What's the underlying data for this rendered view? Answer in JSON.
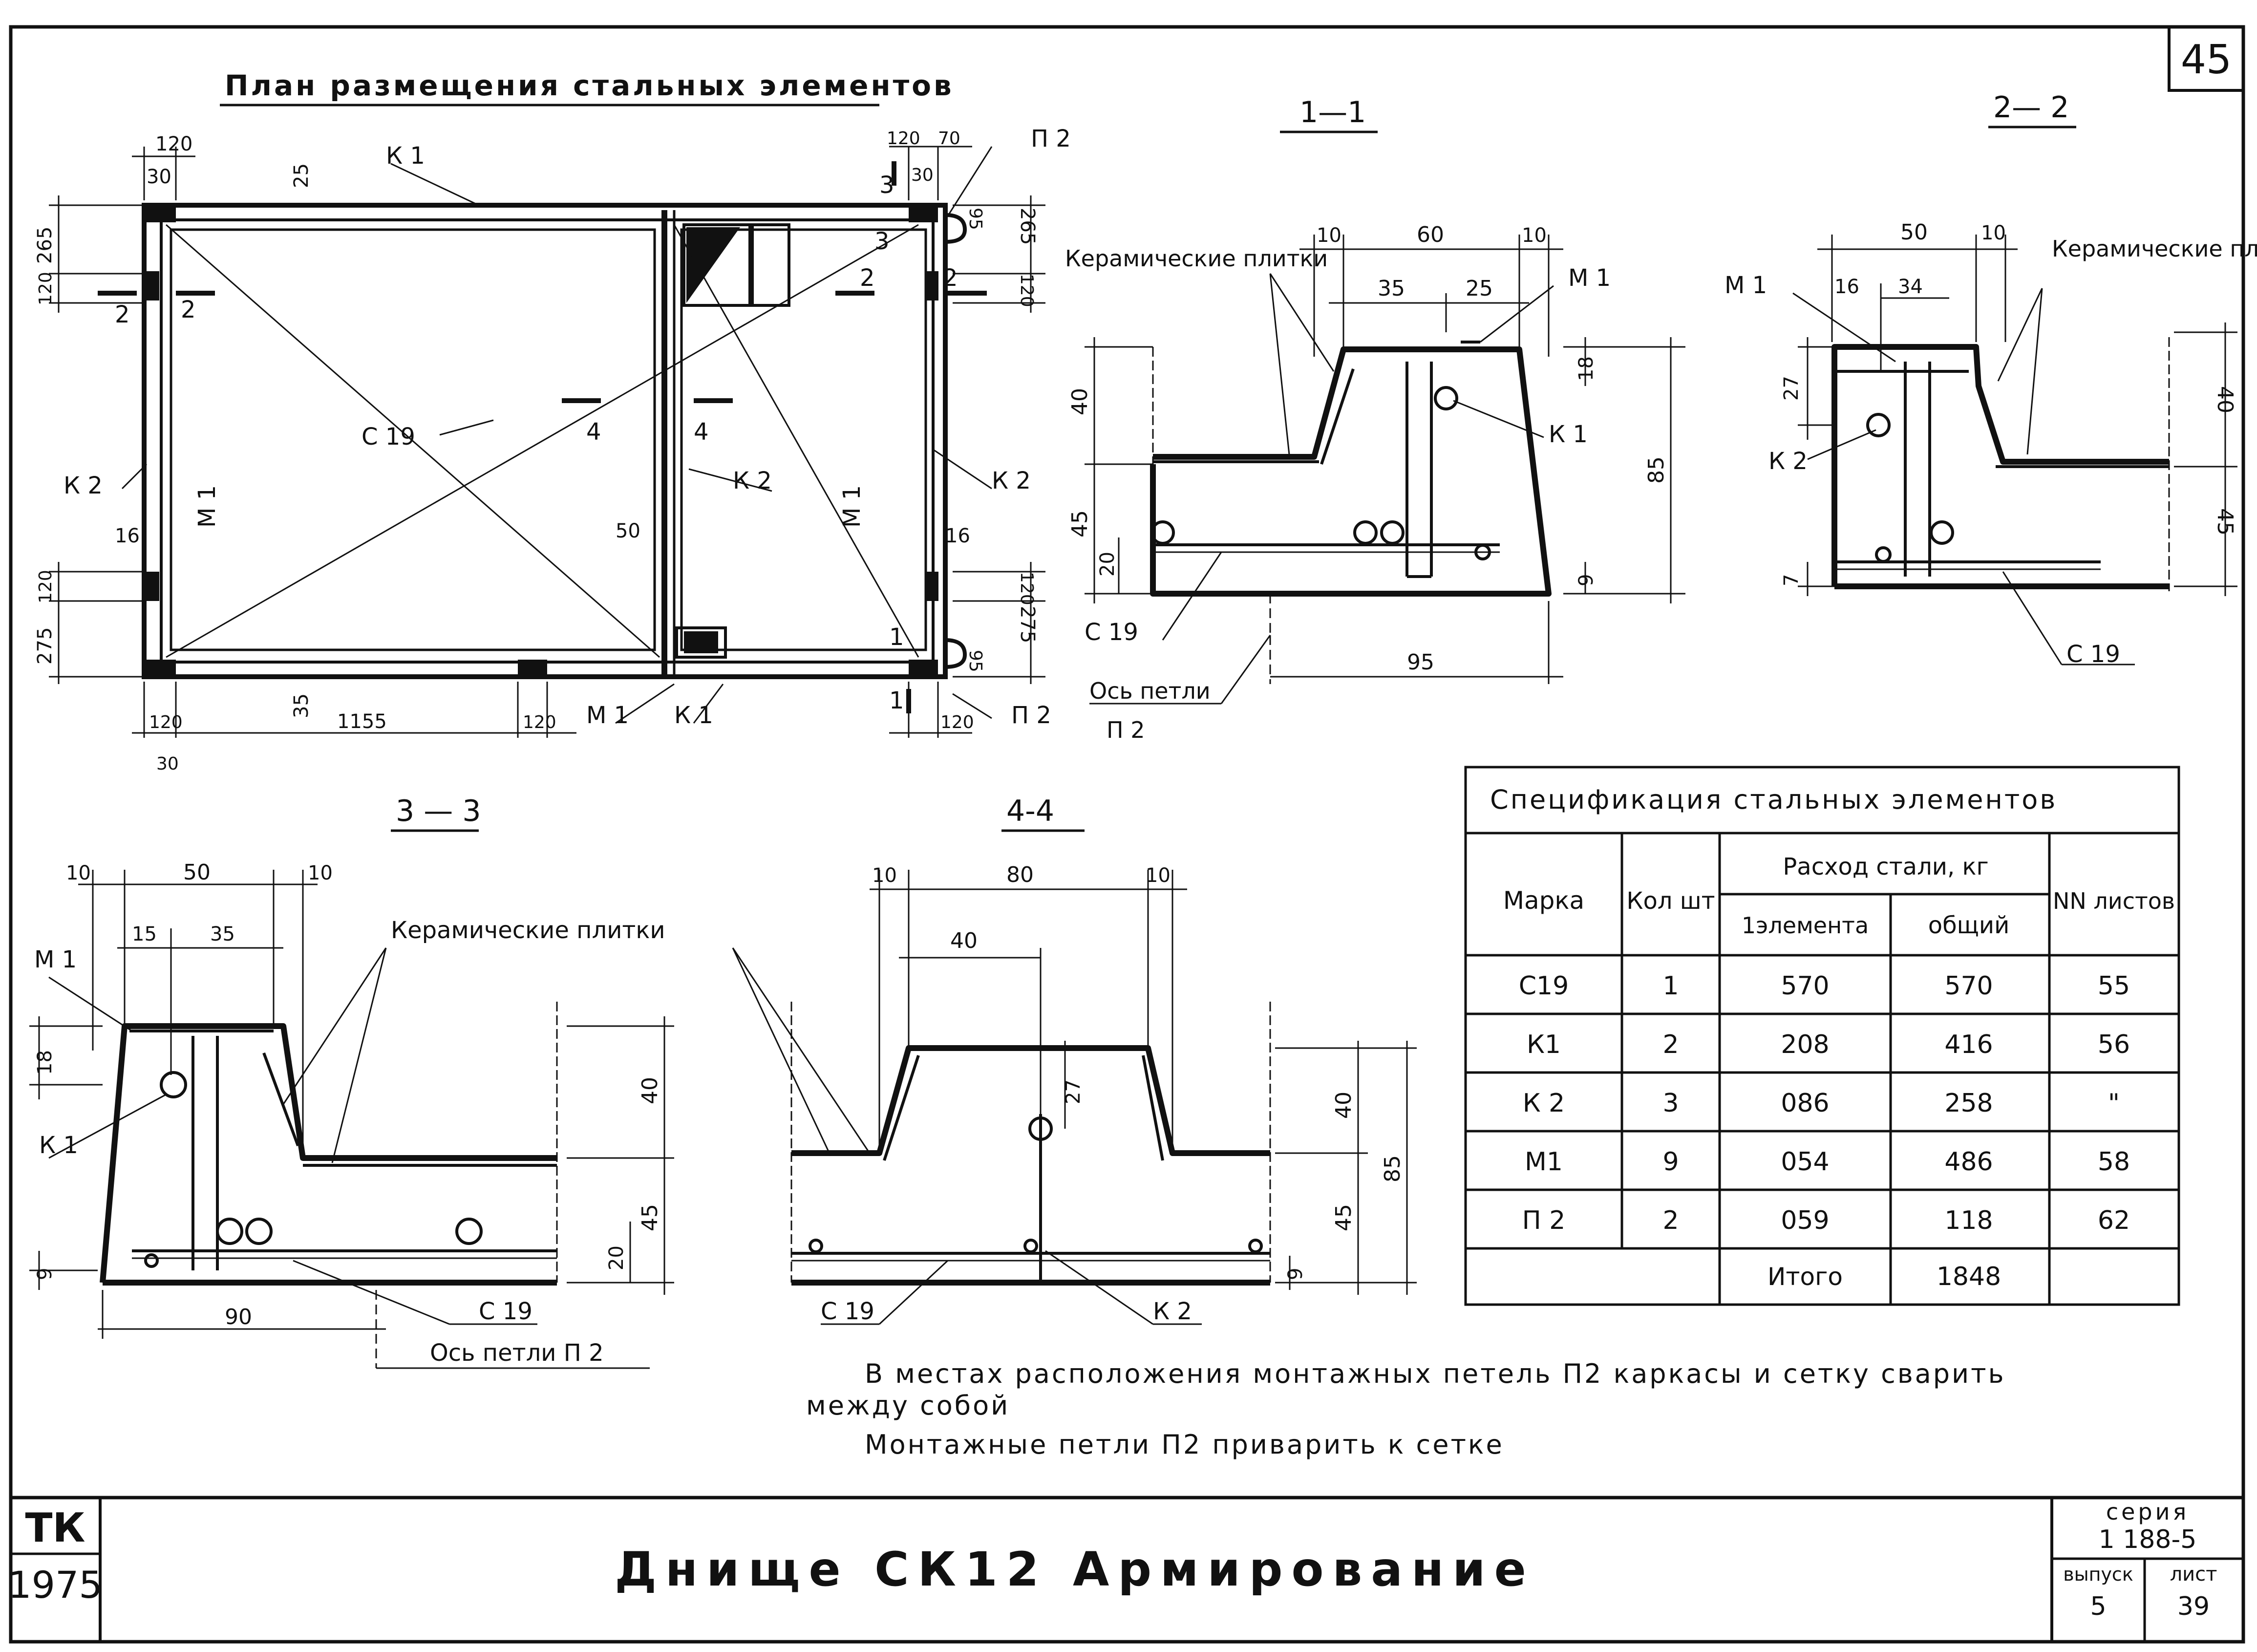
{
  "sheet_number": "45",
  "plan": {
    "title": "План размещения стальных элементов",
    "labels": {
      "k1_top": "К 1",
      "k2_left": "К 2",
      "m1_left": "М 1",
      "c19": "С 19",
      "sec4": "4",
      "k2_mid": "К 2",
      "m1_right": "М 1",
      "k2_right": "К 2",
      "p2_top": "П 2",
      "p2_bottom": "П 2",
      "m1_bottom": "М 1",
      "k1_bottom": "К 1",
      "sec2_left": "2",
      "sec2_right": "2",
      "sec1": "1",
      "sec3": "3"
    },
    "dims": {
      "d120a": "120",
      "d30a": "30",
      "d25": "25",
      "d265a": "265",
      "d120b": "120",
      "d16a": "16",
      "d120c": "120",
      "d275a": "275",
      "d35": "35",
      "d1155": "1155",
      "d120d": "120",
      "d120e": "120",
      "d30b": "30",
      "d50": "50",
      "d120f": "120",
      "d70": "70",
      "d30c": "30",
      "d95a": "95",
      "d265b": "265",
      "d120g": "120",
      "d16b": "16",
      "d120h": "120",
      "d275b": "275",
      "d95b": "95",
      "d120i": "120"
    }
  },
  "section_1_1": {
    "title": "1—1",
    "labels": {
      "tiles": "Керамические плитки",
      "m1": "М 1",
      "k1": "К 1",
      "c19": "С 19",
      "axis": "Ось петли",
      "p2": "П 2"
    },
    "dims": {
      "d10a": "10",
      "d60": "60",
      "d10b": "10",
      "d35": "35",
      "d25": "25",
      "d40": "40",
      "d45": "45",
      "d20": "20",
      "d18": "18",
      "d85": "85",
      "d9": "9",
      "d95": "95"
    }
  },
  "section_2_2": {
    "title": "2— 2",
    "labels": {
      "tiles": "Керамические плитки",
      "m1": "М 1",
      "k2": "К 2",
      "c19": "С 19"
    },
    "dims": {
      "d50": "50",
      "d10": "10",
      "d16": "16",
      "d34": "34",
      "d27": "27",
      "d7": "7",
      "d40": "40",
      "d45": "45"
    }
  },
  "section_3_3": {
    "title": "3 — 3",
    "labels": {
      "tiles": "Керамические плитки",
      "m1": "М 1",
      "k1": "К 1",
      "c19": "С 19",
      "axis": "Ось петли П 2"
    },
    "dims": {
      "d10a": "10",
      "d50": "50",
      "d10b": "10",
      "d15": "15",
      "d35": "35",
      "d18": "18",
      "d40": "40",
      "d45": "45",
      "d20": "20",
      "d9": "9",
      "d90": "90"
    }
  },
  "section_4_4": {
    "title": "4-4",
    "labels": {
      "c19": "С 19",
      "k2": "К 2"
    },
    "dims": {
      "d10a": "10",
      "d80": "80",
      "d10b": "10",
      "d40a": "40",
      "d27": "27",
      "d40b": "40",
      "d85": "85",
      "d45": "45",
      "d9": "9"
    }
  },
  "spec": {
    "title": "Спецификация стальных элементов",
    "col_mark": "Марка",
    "col_qty": "Кол шт",
    "col_steel": "Расход стали, кг",
    "col_per_element": "1элемента",
    "col_total": "общий",
    "col_sheets": "NN листов",
    "rows": [
      {
        "mark": "С19",
        "qty": "1",
        "per": "570",
        "total": "570",
        "sheets": "55"
      },
      {
        "mark": "К1",
        "qty": "2",
        "per": "208",
        "total": "416",
        "sheets": "56"
      },
      {
        "mark": "К 2",
        "qty": "3",
        "per": "086",
        "total": "258",
        "sheets": "\""
      },
      {
        "mark": "М1",
        "qty": "9",
        "per": "054",
        "total": "486",
        "sheets": "58"
      },
      {
        "mark": "П 2",
        "qty": "2",
        "per": "059",
        "total": "118",
        "sheets": "62"
      }
    ],
    "total_label": "Итого",
    "total_value": "1848"
  },
  "notes": {
    "line1": "В местах расположения монтажных петель П2 каркасы и сетку сварить",
    "line2": "между собой",
    "line3": "Монтажные петли П2 приварить к сетке"
  },
  "title_block": {
    "org": "ТК",
    "year": "1975",
    "title": "Днище СК12 Армирование",
    "series_label": "серия",
    "series_value": "1 188-5",
    "issue_label": "выпуск",
    "issue_value": "5",
    "sheet_label": "лист",
    "sheet_value": "39"
  }
}
